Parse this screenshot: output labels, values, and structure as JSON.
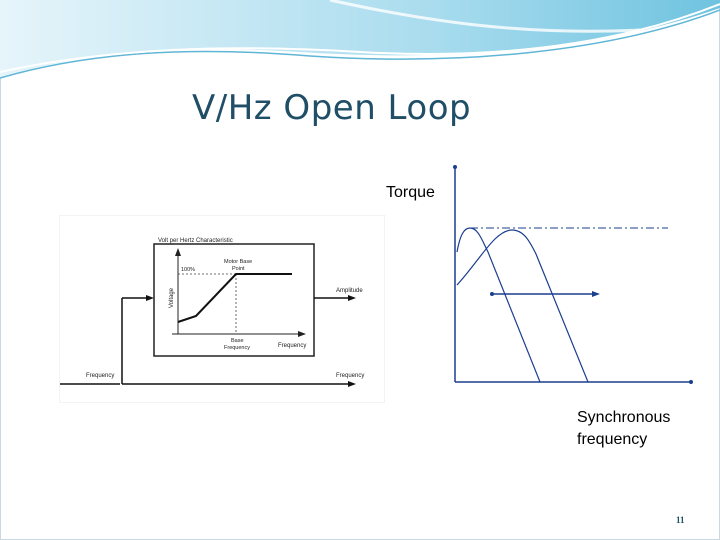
{
  "slide": {
    "title": "V/Hz Open Loop",
    "page_number": "11"
  },
  "vhz_figure": {
    "panel_title": "Volt per Hertz Characteristic",
    "y_axis_label": "Voltage",
    "percent_label": "100%",
    "base_point_label_line1": "Motor Base",
    "base_point_label_line2": "Point",
    "base_freq_label_line1": "Base",
    "base_freq_label_line2": "Frequency",
    "x_axis_label": "Frequency",
    "amplitude_label": "Amplitude",
    "input_label": "Frequency",
    "output_label": "Frequency"
  },
  "torque_graph": {
    "y_label": "Torque",
    "x_label": "Synchronous\nfrequency"
  },
  "colors": {
    "title": "#1f4e66",
    "swoosh_light": "#bfe6f2",
    "swoosh_mid": "#7ccbe4",
    "axis_blue": "#1a3f8f"
  }
}
